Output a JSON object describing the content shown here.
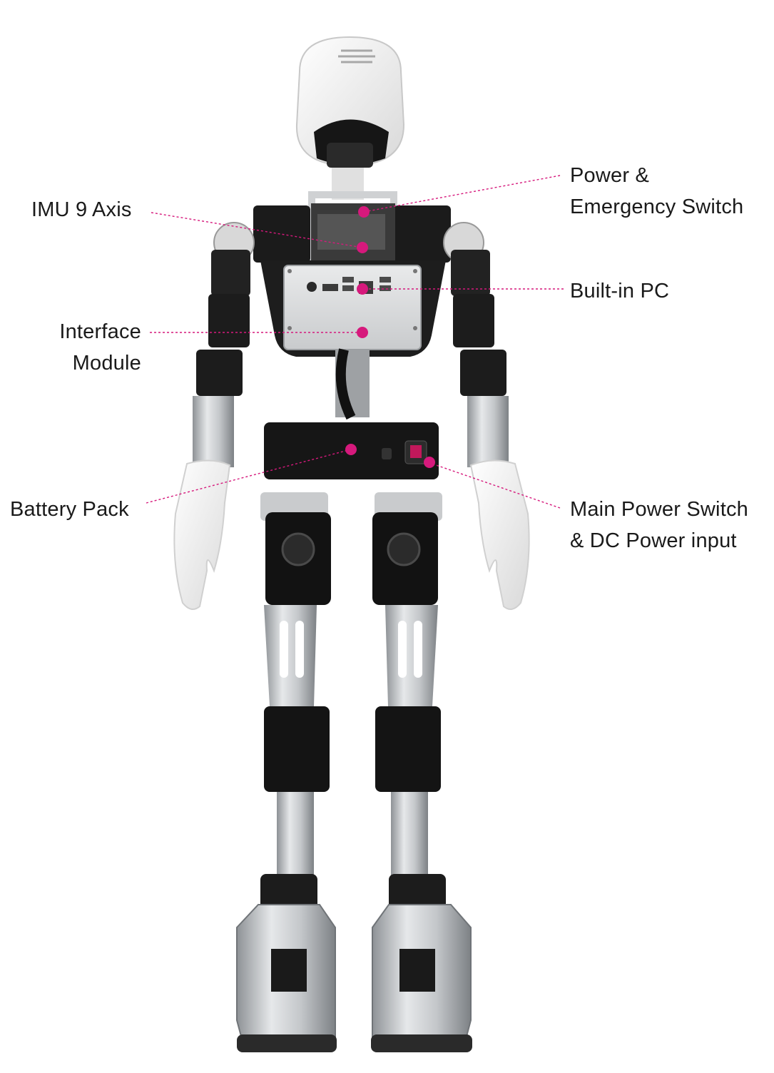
{
  "colors": {
    "accent": "#d6197c",
    "metal_dark": "#141414",
    "metal_silver": "#b9bcbf",
    "shell_white": "#f2f2f2"
  },
  "callouts": {
    "imu": {
      "lines": [
        "IMU 9 Axis"
      ]
    },
    "interface": {
      "lines": [
        "Interface",
        "Module"
      ]
    },
    "battery": {
      "lines": [
        "Battery Pack"
      ]
    },
    "power": {
      "lines": [
        "Power &",
        "Emergency Switch"
      ]
    },
    "pc": {
      "lines": [
        "Built-in PC"
      ]
    },
    "main_power": {
      "lines": [
        "Main Power Switch",
        "& DC Power input"
      ]
    }
  }
}
